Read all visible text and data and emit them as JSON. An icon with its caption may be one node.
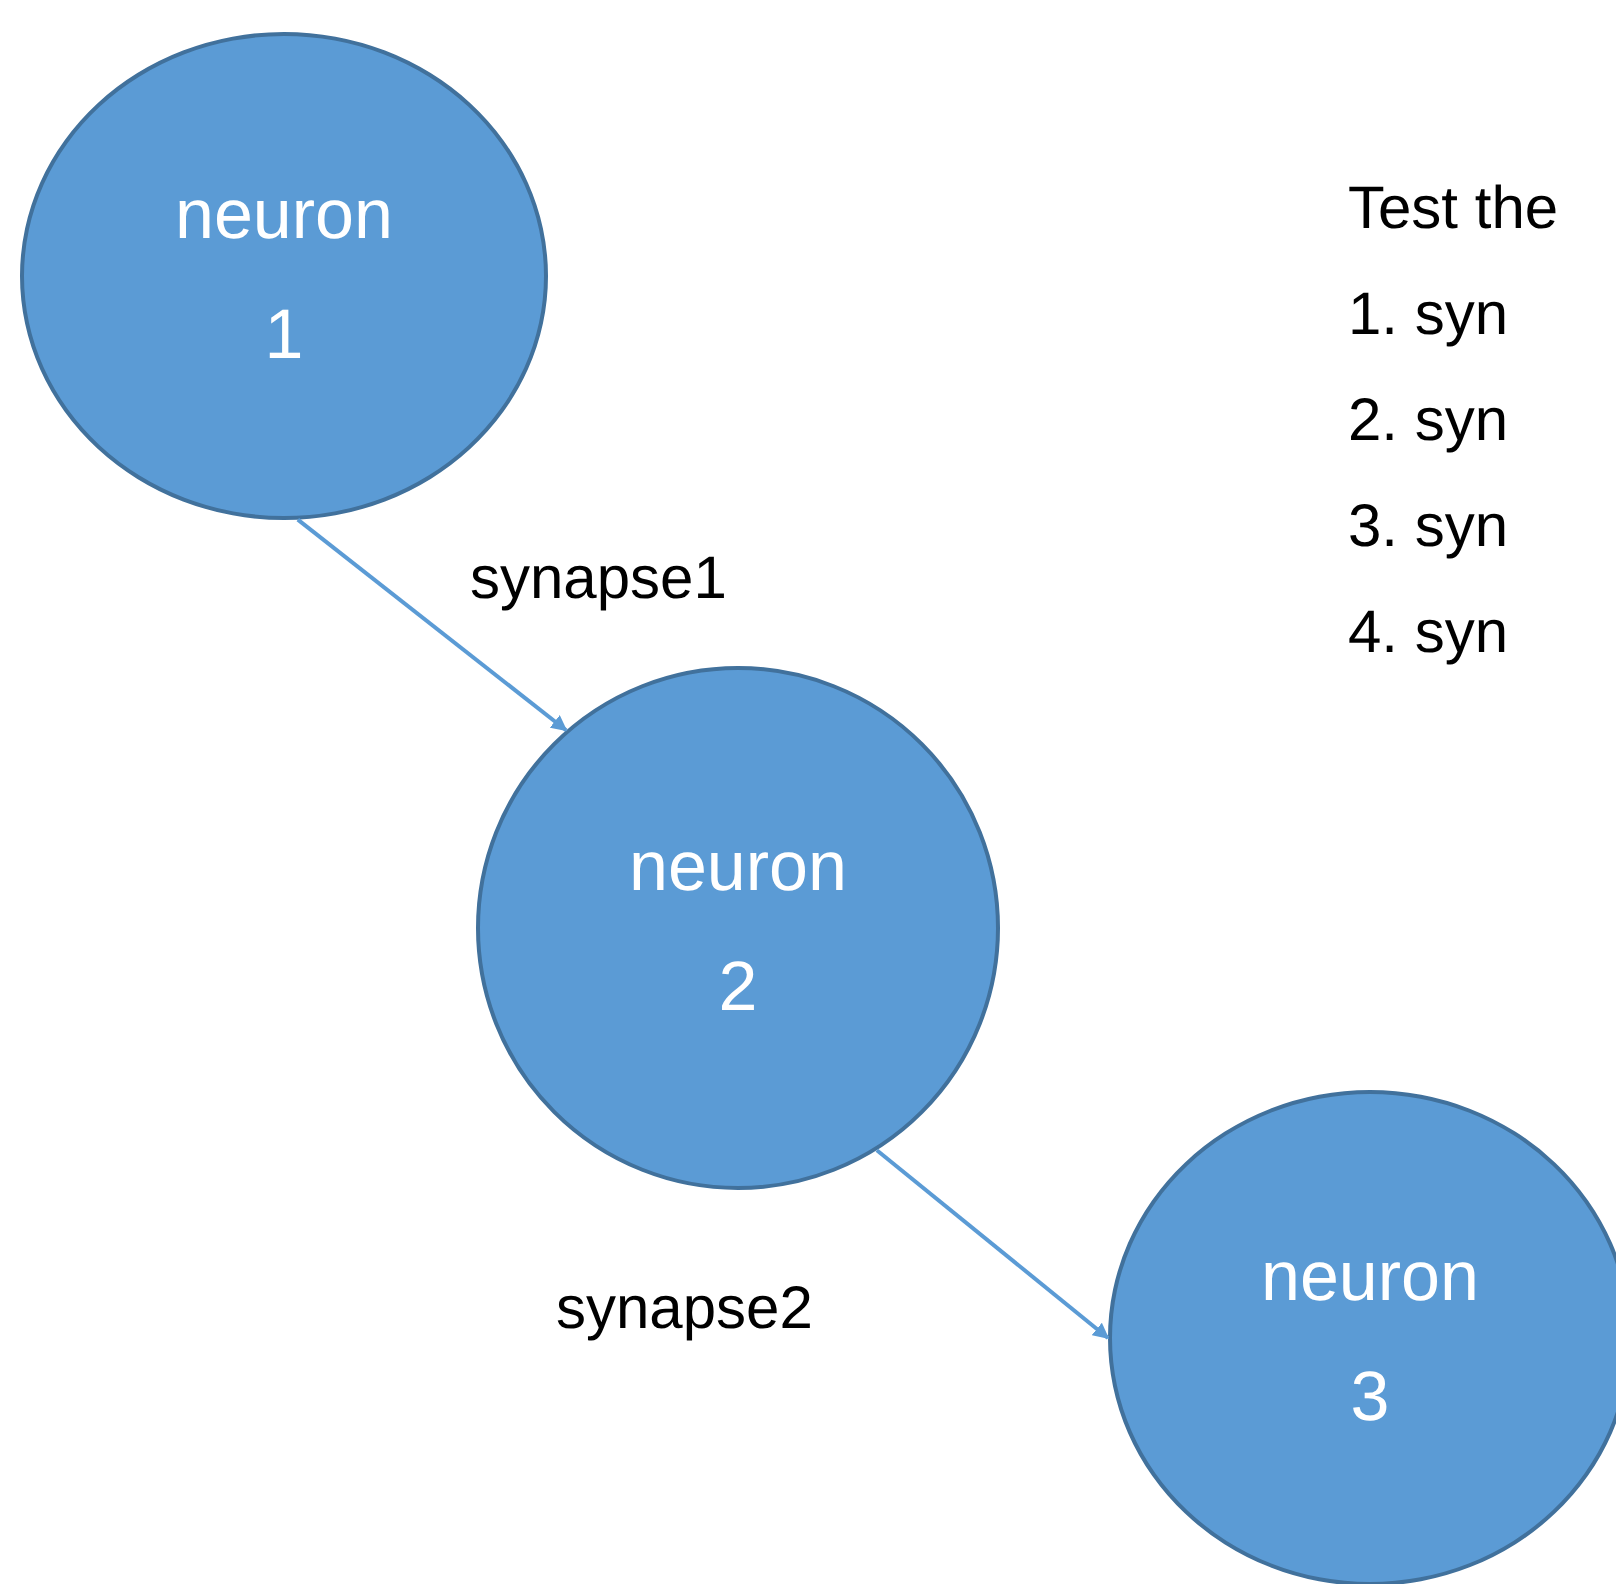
{
  "diagram": {
    "nodes": [
      {
        "text": [
          "neuron 1"
        ]
      },
      {
        "text": [
          "neuron 2"
        ]
      },
      {
        "text": [
          "neuron 3"
        ]
      }
    ],
    "edges": [
      {
        "from": 0,
        "to": 1,
        "arrow": "to",
        "label": "synapse1"
      },
      {
        "from": 1,
        "to": 2,
        "arrow": "to",
        "label": "synapse2"
      }
    ],
    "labels": [
      "Test the",
      "1. syn",
      "2. syn",
      "3. syn",
      "4. syn"
    ]
  }
}
